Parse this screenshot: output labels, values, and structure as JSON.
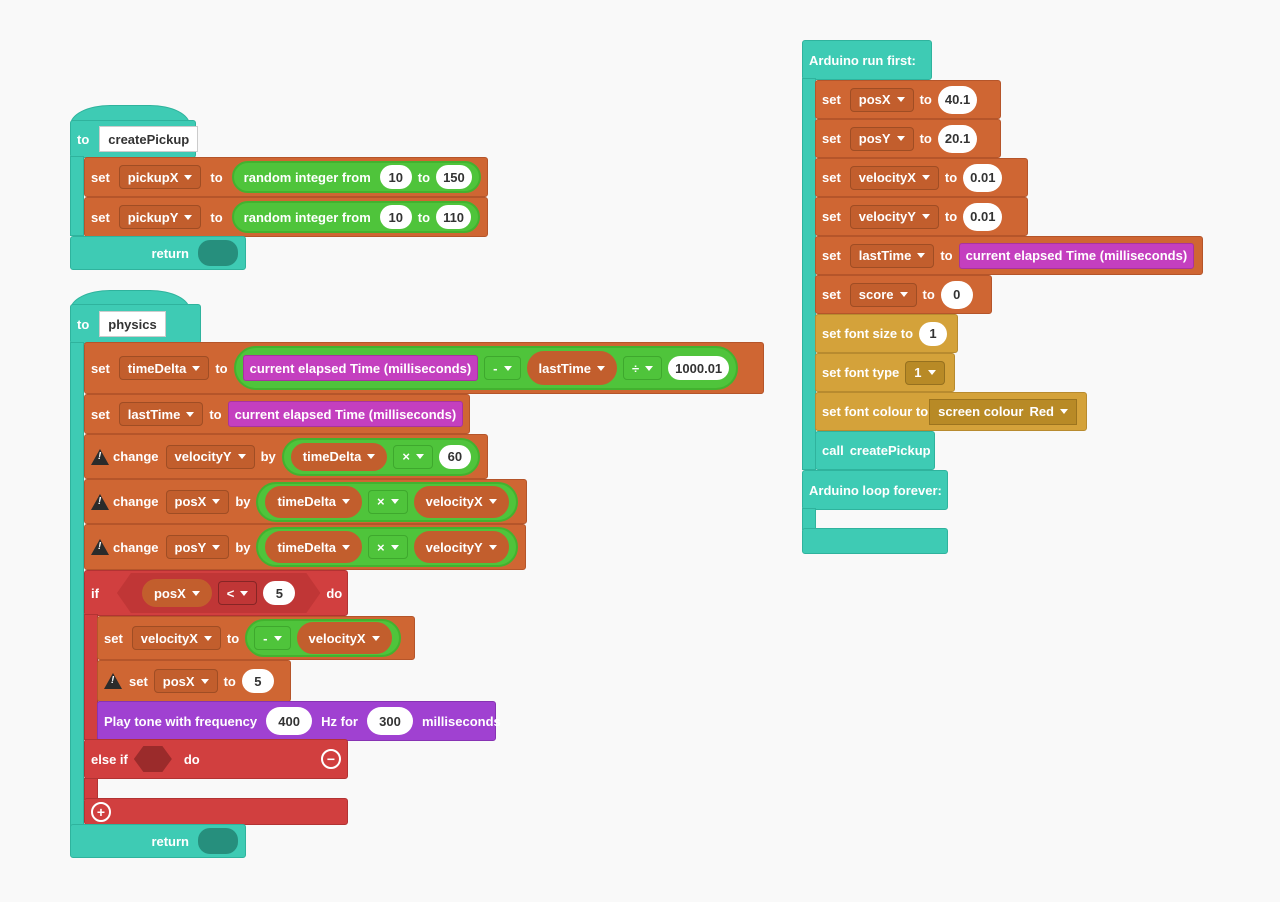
{
  "colors": {
    "procedure": "#3ecbb4",
    "variables": "#cf6633",
    "math": "#4fc43b",
    "logic": "#d13f3f",
    "time": "#c43fbf",
    "display": "#d4a23a",
    "sound": "#a041d1",
    "canvas": "#f9f9f9"
  },
  "create_pickup": {
    "to": "to",
    "name": "createPickup",
    "rows": [
      {
        "set": "set",
        "var": "pickupX",
        "to": "to",
        "op": "random integer from",
        "from_val": "10",
        "to_word": "to",
        "to_val": "150"
      },
      {
        "set": "set",
        "var": "pickupY",
        "to": "to",
        "op": "random integer from",
        "from_val": "10",
        "to_word": "to",
        "to_val": "110"
      }
    ],
    "return": "return"
  },
  "physics": {
    "to": "to",
    "name": "physics",
    "row1": {
      "set": "set",
      "var": "timeDelta",
      "to": "to",
      "elapsed": "current elapsed Time (milliseconds)",
      "minus": "-",
      "last": "lastTime",
      "divide": "÷",
      "divisor": "1000.01"
    },
    "row2": {
      "set": "set",
      "var": "lastTime",
      "to": "to",
      "elapsed": "current elapsed Time (milliseconds)"
    },
    "row3": {
      "change": "change",
      "var": "velocityY",
      "by": "by",
      "a": "timeDelta",
      "op": "×",
      "b": "60"
    },
    "row4": {
      "change": "change",
      "var": "posX",
      "by": "by",
      "a": "timeDelta",
      "op": "×",
      "b": "velocityX"
    },
    "row5": {
      "change": "change",
      "var": "posY",
      "by": "by",
      "a": "timeDelta",
      "op": "×",
      "b": "velocityY"
    },
    "if_block": {
      "if": "if",
      "var": "posX",
      "cmp": "<",
      "val": "5",
      "do": "do",
      "inner1": {
        "set": "set",
        "var": "velocityX",
        "to": "to",
        "neg": "-",
        "b": "velocityX"
      },
      "inner2": {
        "set": "set",
        "var": "posX",
        "to": "to",
        "val": "5"
      },
      "tone": {
        "label": "Play tone with frequency",
        "freq": "400",
        "hz": "Hz for",
        "dur": "300",
        "ms": "milliseconds"
      },
      "elseif": "else if",
      "elseif_do": "do"
    },
    "return": "return"
  },
  "setup": {
    "title": "Arduino run first:",
    "sets": [
      {
        "set": "set",
        "var": "posX",
        "to": "to",
        "val": "40.1"
      },
      {
        "set": "set",
        "var": "posY",
        "to": "to",
        "val": "20.1"
      },
      {
        "set": "set",
        "var": "velocityX",
        "to": "to",
        "val": "0.01"
      },
      {
        "set": "set",
        "var": "velocityY",
        "to": "to",
        "val": "0.01"
      }
    ],
    "lasttime": {
      "set": "set",
      "var": "lastTime",
      "to": "to",
      "elapsed": "current elapsed Time (milliseconds)"
    },
    "score": {
      "set": "set",
      "var": "score",
      "to": "to",
      "val": "0"
    },
    "font_size": {
      "label": "set font size to",
      "val": "1"
    },
    "font_type": {
      "label": "set font type",
      "val": "1"
    },
    "font_colour": {
      "label": "set font colour to",
      "sc": "screen colour",
      "colour": "Red"
    },
    "call": {
      "call": "call",
      "name": "createPickup"
    },
    "loop": "Arduino loop forever:"
  }
}
